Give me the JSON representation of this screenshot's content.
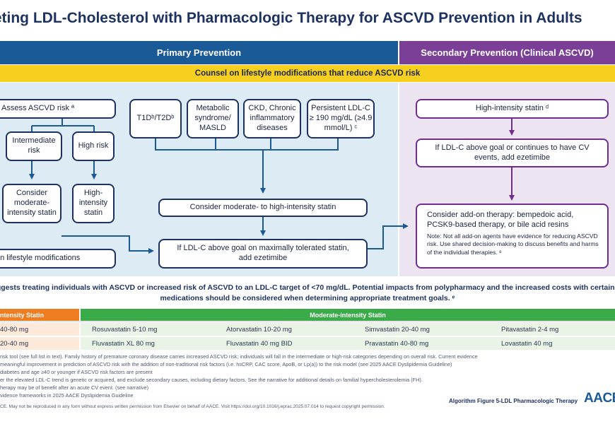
{
  "title": "geting LDL-Cholesterol with Pharmacologic Therapy for ASCVD Prevention in Adults",
  "bands": {
    "primary": "Primary Prevention",
    "secondary": "Secondary Prevention (Clinical ASCVD)",
    "lifestyle": "Counsel on lifestyle modifications that reduce ASCVD risk"
  },
  "primary": {
    "assess": "Assess ASCVD risk ª",
    "intermediate": "Intermediate risk",
    "high": "High risk",
    "moderate_statin": "Consider moderate-intensity statin",
    "high_statin": "High-intensity statin",
    "lifestyle": "on lifestyle modifications",
    "t1d": "T1Dᵇ/T2Dᵇ",
    "metabolic": "Metabolic syndrome/ MASLD",
    "ckd": "CKD, Chronic inflammatory diseases",
    "persistent": "Persistent LDL-C ≥ 190 mg/dL (≥4.9 mmol/L) ᶜ",
    "mod_high": "Consider moderate- to high-intensity statin",
    "ezetimibe": "If LDL-C above goal on maximally tolerated statin, add ezetimibe"
  },
  "secondary": {
    "high_statin": "High-intensity statin ᵈ",
    "ezetimibe": "If LDL-C above goal or continues to have CV events, add ezetimibe",
    "addon_title": "Consider add-on therapy: bempedoic acid, PCSK9-based therapy, or bile acid resins",
    "addon_note": "Note: Not all add-on agents have evidence for reducing ASCVD risk. Use shared decision-making to discuss benefits and harms of the individual therapies. ᵉ"
  },
  "goal_text_1": "uggests treating individuals with ASCVD or increased risk of ASCVD to an LDL-C target of <70 mg/dL. Potential impacts from polypharmacy and the increased costs with certain",
  "goal_text_2": "medications should be considered when determining appropriate treatment goals. ᵉ",
  "table": {
    "high_header": "ntensity Statin",
    "moderate_header": "Moderate-intensity Statin",
    "high_rows": [
      "40-80 mg",
      "20-40 mg"
    ],
    "moderate_rows": [
      [
        "Rosuvastatin 5-10 mg",
        "Atorvastatin 10-20 mg",
        "Simvastatin 20-40 mg",
        "Pitavastatin 2-4 mg"
      ],
      [
        "Fluvastatin XL 80 mg",
        "Fluvastatin 40 mg BID",
        "Pravastatin 40-80 mg",
        "Lovastatin 40 mg"
      ]
    ]
  },
  "footnotes": [
    "risk tool (see full list in text). Family history of premature coronary disease carries increased ASCVD risk; individuals will fall in the intermediate or high-risk categories depending on overall risk. Current evidence",
    "meaningful improvement in prediction of ASCVD risk with the addition of non-traditional risk factors (i.e. hsCRP, CAC score, ApoB, or Lp(a)) to the risk model (see 2025 AACE Dyslipidemia Guideline)",
    "diabetes and age ≥40 or younger if ASCVD risk factors are present",
    "er the elevated LDL-C trend is genetic or acquired, and exclude secondary causes, including dietary factors. See the narrative for additional details on familial hypercholesterolemia (FH).",
    "herapy may be of benefit after an acute CV event. (see narrative)",
    "vidence frameworks in 2025 AACE Dyslipidemia Guideline"
  ],
  "copyright": "CE. May not be reproduced in any form without express written permission from Elsevier on behalf of AACE. Visit https://doi.org/10.1016/j.eprac.2025.07.014 to request copyright permission.",
  "figure_label": "Algorithm Figure 5-LDL Pharmacologic Therapy",
  "logo": "AACE",
  "colors": {
    "navy": "#1d3260",
    "primary_band": "#1a5a96",
    "secondary_band": "#7b3f97",
    "yellow": "#f6cf1f",
    "orange": "#ef7d22",
    "green": "#3bab49",
    "light_blue": "#dcebf4",
    "light_purple": "#ece4f1",
    "purple": "#6f2d8e"
  }
}
